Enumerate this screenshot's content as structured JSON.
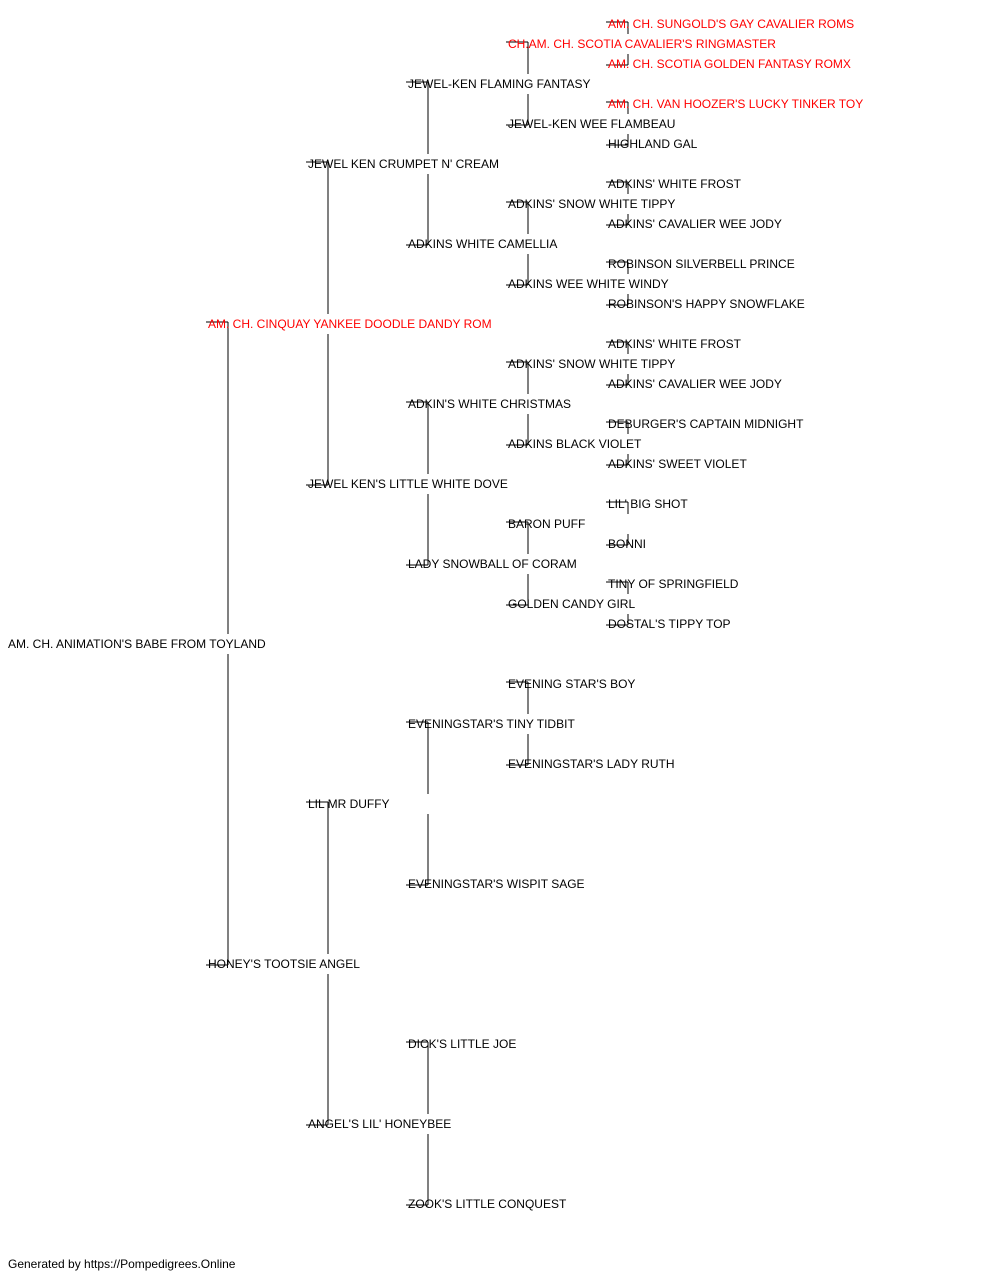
{
  "colors": {
    "champion": "#ff0000",
    "text": "#000000",
    "line": "#000000"
  },
  "subject": "AM. CH. ANIMATION'S BABE FROM TOYLAND",
  "pedigree": [
    {
      "id": "s",
      "name": "AM. CH. CINQUAY YANKEE DOODLE DANDY ROM",
      "champion": true
    },
    {
      "id": "ss",
      "name": "JEWEL KEN CRUMPET N' CREAM",
      "champion": false
    },
    {
      "id": "sss",
      "name": "JEWEL-KEN FLAMING FANTASY",
      "champion": false
    },
    {
      "id": "ssss",
      "name": "CH.AM. CH. SCOTIA CAVALIER'S RINGMASTER",
      "champion": true
    },
    {
      "id": "sssss",
      "name": "AM. CH. SUNGOLD'S GAY CAVALIER ROMS",
      "champion": true
    },
    {
      "id": "ssssd",
      "name": "AM. CH. SCOTIA GOLDEN FANTASY ROMX",
      "champion": true
    },
    {
      "id": "sssd",
      "name": "JEWEL-KEN WEE FLAMBEAU",
      "champion": false
    },
    {
      "id": "sssds",
      "name": "AM. CH. VAN HOOZER'S LUCKY TINKER TOY",
      "champion": true
    },
    {
      "id": "sssdd",
      "name": "HIGHLAND GAL",
      "champion": false
    },
    {
      "id": "ssd",
      "name": "ADKINS WHITE CAMELLIA",
      "champion": false
    },
    {
      "id": "ssds",
      "name": "ADKINS' SNOW WHITE TIPPY",
      "champion": false
    },
    {
      "id": "ssdss",
      "name": "ADKINS' WHITE FROST",
      "champion": false
    },
    {
      "id": "ssdsd",
      "name": "ADKINS' CAVALIER WEE JODY",
      "champion": false
    },
    {
      "id": "ssdd",
      "name": "ADKINS WEE WHITE WINDY",
      "champion": false
    },
    {
      "id": "ssdds",
      "name": "ROBINSON SILVERBELL PRINCE",
      "champion": false
    },
    {
      "id": "ssddd",
      "name": "ROBINSON'S HAPPY SNOWFLAKE",
      "champion": false
    },
    {
      "id": "sd",
      "name": "JEWEL KEN'S LITTLE WHITE DOVE",
      "champion": false
    },
    {
      "id": "sds",
      "name": "ADKIN'S WHITE CHRISTMAS",
      "champion": false
    },
    {
      "id": "sdss",
      "name": "ADKINS' SNOW WHITE TIPPY",
      "champion": false
    },
    {
      "id": "sdsss",
      "name": "ADKINS' WHITE FROST",
      "champion": false
    },
    {
      "id": "sdssd",
      "name": "ADKINS' CAVALIER WEE JODY",
      "champion": false
    },
    {
      "id": "sdsd",
      "name": "ADKINS BLACK VIOLET",
      "champion": false
    },
    {
      "id": "sdsds",
      "name": "DEBURGER'S CAPTAIN MIDNIGHT",
      "champion": false
    },
    {
      "id": "sdsdd",
      "name": "ADKINS' SWEET VIOLET",
      "champion": false
    },
    {
      "id": "sdd",
      "name": "LADY SNOWBALL OF CORAM",
      "champion": false
    },
    {
      "id": "sdds",
      "name": "BARON PUFF",
      "champion": false
    },
    {
      "id": "sddss",
      "name": "LIL' BIG SHOT",
      "champion": false
    },
    {
      "id": "sddsd",
      "name": "BONNI",
      "champion": false
    },
    {
      "id": "sddd",
      "name": "GOLDEN CANDY GIRL",
      "champion": false
    },
    {
      "id": "sddds",
      "name": "TINY OF SPRINGFIELD",
      "champion": false
    },
    {
      "id": "sdddd",
      "name": "DOSTAL'S TIPPY TOP",
      "champion": false
    },
    {
      "id": "d",
      "name": "HONEY'S TOOTSIE ANGEL",
      "champion": false
    },
    {
      "id": "ds",
      "name": "LIL MR DUFFY",
      "champion": false
    },
    {
      "id": "dss",
      "name": "EVENINGSTAR'S TINY TIDBIT",
      "champion": false
    },
    {
      "id": "dsss",
      "name": "EVENING STAR'S BOY",
      "champion": false
    },
    {
      "id": "dssd",
      "name": "EVENINGSTAR'S LADY RUTH",
      "champion": false
    },
    {
      "id": "dsd",
      "name": "EVENINGSTAR'S WISPIT SAGE",
      "champion": false
    },
    {
      "id": "dd",
      "name": "ANGEL'S LIL' HONEYBEE",
      "champion": false
    },
    {
      "id": "dds",
      "name": "DICK'S LITTLE JOE",
      "champion": false
    },
    {
      "id": "ddd",
      "name": "ZOOK'S LITTLE CONQUEST",
      "champion": false
    }
  ],
  "footer": "Generated by https://Pompedigrees.Online"
}
